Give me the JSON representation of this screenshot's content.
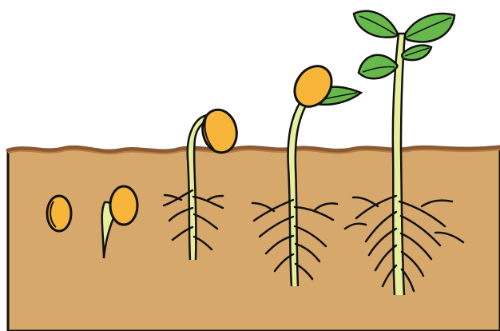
{
  "diagram": {
    "type": "bean seed germination sequence",
    "stages": [
      {
        "id": "seed",
        "parts": [
          "seed"
        ]
      },
      {
        "id": "germinating-seed",
        "parts": [
          "seed",
          "radicle"
        ]
      },
      {
        "id": "hooked-seedling",
        "parts": [
          "cotyledons",
          "hypocotyl",
          "roots"
        ]
      },
      {
        "id": "emerged-seedling",
        "parts": [
          "cotyledons",
          "first-leaf",
          "stem",
          "roots"
        ]
      },
      {
        "id": "young-plant",
        "parts": [
          "leaves",
          "stem",
          "roots"
        ]
      }
    ]
  },
  "colors": {
    "background": "#ffffff",
    "soil": "#d7a86c",
    "soil_surface": "#8b5a33",
    "seed": "#f7b63a",
    "stem": "#e8ef9c",
    "leaf": "#66b84a",
    "outline": "#111111"
  }
}
